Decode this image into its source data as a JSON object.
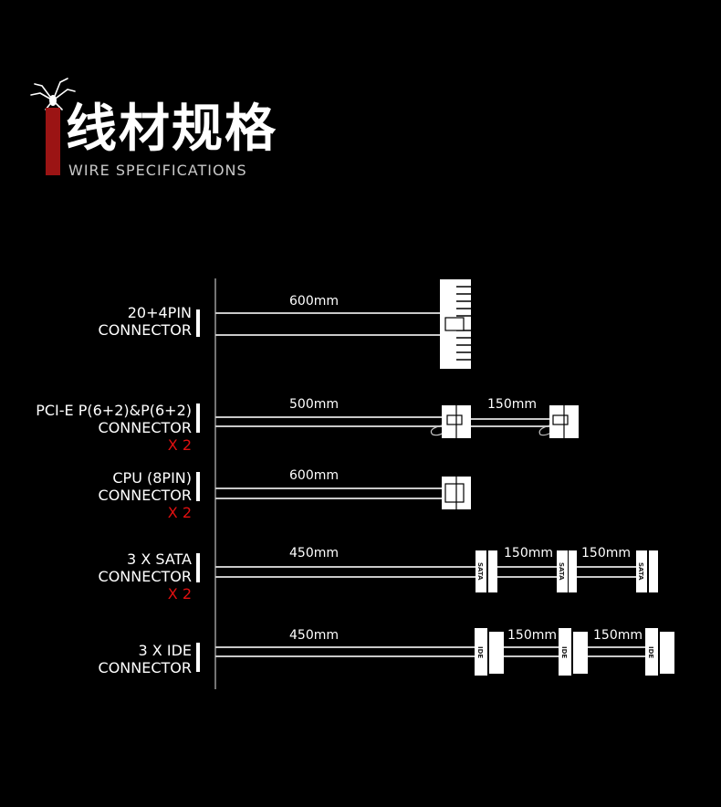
{
  "header": {
    "title": "线材规格",
    "subtitle": "WIRE SPECIFICATIONS",
    "accent_color": "#9b1414"
  },
  "connectors": [
    {
      "line1": "20+4PIN",
      "line2": "CONNECTOR",
      "qty": "",
      "lengths": [
        "600mm"
      ],
      "plug_type": "atx-24pin"
    },
    {
      "line1": "PCI-E P(6+2)&P(6+2)",
      "line2": "CONNECTOR",
      "qty": "X 2",
      "lengths": [
        "500mm",
        "150mm"
      ],
      "plug_type": "pcie-8pin"
    },
    {
      "line1": "CPU (8PIN)",
      "line2": "CONNECTOR",
      "qty": "X 2",
      "lengths": [
        "600mm"
      ],
      "plug_type": "cpu-8pin"
    },
    {
      "line1": "3 X SATA",
      "line2": "CONNECTOR",
      "qty": "X 2",
      "lengths": [
        "450mm",
        "150mm",
        "150mm"
      ],
      "plug_type": "sata",
      "plug_text": "SATA"
    },
    {
      "line1": "3 X IDE",
      "line2": "CONNECTOR",
      "qty": "",
      "lengths": [
        "450mm",
        "150mm",
        "150mm"
      ],
      "plug_type": "ide",
      "plug_text": "IDE"
    }
  ],
  "colors": {
    "qty": "#e01010",
    "wire": "#c8c8c8",
    "background": "#000000"
  }
}
